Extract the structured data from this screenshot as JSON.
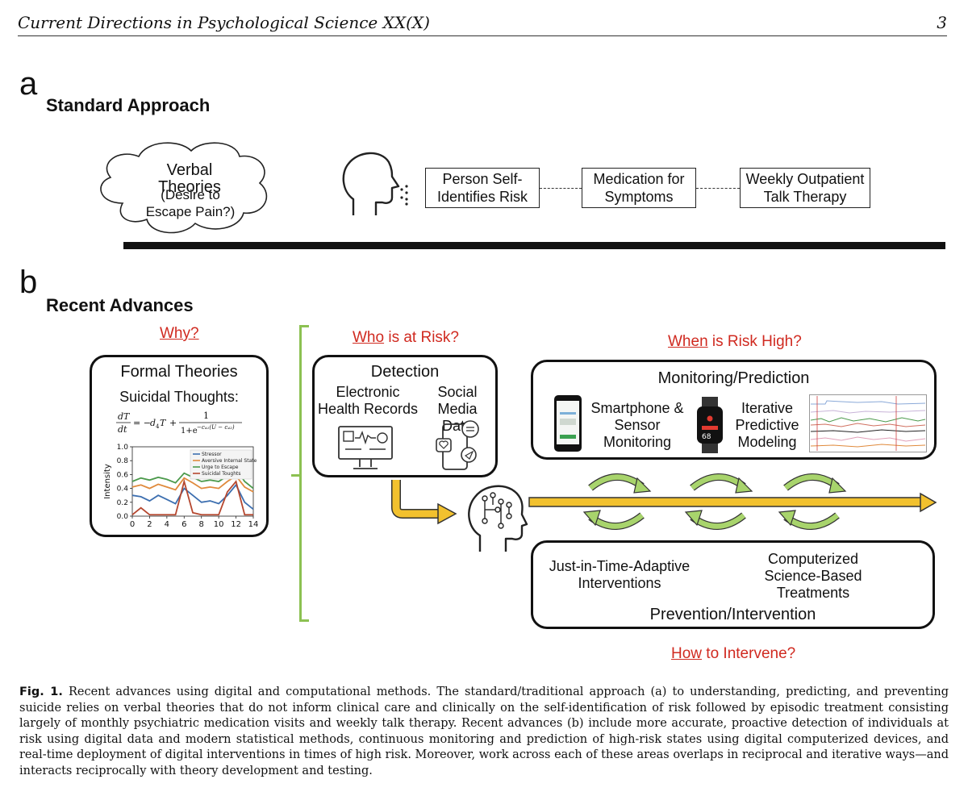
{
  "header": {
    "journal": "Current Directions in Psychological Science XX(X)",
    "page": "3"
  },
  "panel_a": {
    "letter": "a",
    "title": "Standard Approach",
    "cloud": {
      "title": "Verbal Theories",
      "subtitle": "(Desire to Escape Pain?)"
    },
    "steps": [
      "Person Self-Identifies Risk",
      "Medication for Symptoms",
      "Weekly Outpatient Talk Therapy"
    ]
  },
  "panel_b": {
    "letter": "b",
    "title": "Recent Advances",
    "why": {
      "label": "Why?"
    },
    "who": {
      "underlined": "Who",
      "rest": " is at Risk?"
    },
    "when": {
      "underlined": "When",
      "rest": " is Risk High?"
    },
    "how": {
      "underlined": "How",
      "rest": " to Intervene?"
    },
    "formal": {
      "title": "Formal Theories",
      "subtitle": "Suicidal Thoughts:"
    },
    "detection": {
      "title": "Detection",
      "ehr": "Electronic Health Records",
      "social": "Social Media Data"
    },
    "monitoring": {
      "title": "Monitoring/Prediction",
      "smartphone": "Smartphone & Sensor Monitoring",
      "modeling": "Iterative Predictive Modeling",
      "watch_reading": "68"
    },
    "prevention": {
      "title": "Prevention/Intervention",
      "jit": "Just-in-Time-Adaptive Interventions",
      "computerized": "Computerized Science-Based Treatments"
    }
  },
  "chart_data": {
    "type": "line",
    "ylabel": "Intensity",
    "xlabel": "",
    "xlim": [
      0,
      14
    ],
    "ylim": [
      0,
      1.0
    ],
    "xticks": [
      "0",
      "2",
      "4",
      "6",
      "8",
      "10",
      "12",
      "14"
    ],
    "yticks": [
      "0.0",
      "0.2",
      "0.4",
      "0.6",
      "0.8",
      "1.0"
    ],
    "legend_position": "top-right",
    "series": [
      {
        "name": "Stressor",
        "color": "#3d6fb0",
        "x": [
          0,
          1,
          2,
          3,
          4,
          5,
          6,
          7,
          8,
          9,
          10,
          11,
          12,
          13,
          14
        ],
        "values": [
          0.3,
          0.28,
          0.22,
          0.3,
          0.24,
          0.18,
          0.4,
          0.3,
          0.2,
          0.22,
          0.18,
          0.3,
          0.45,
          0.2,
          0.1
        ]
      },
      {
        "name": "Aversive Internal State",
        "color": "#e08a3c",
        "x": [
          0,
          1,
          2,
          3,
          4,
          5,
          6,
          7,
          8,
          9,
          10,
          11,
          12,
          13,
          14
        ],
        "values": [
          0.42,
          0.45,
          0.4,
          0.46,
          0.42,
          0.38,
          0.55,
          0.48,
          0.4,
          0.42,
          0.4,
          0.5,
          0.58,
          0.42,
          0.35
        ]
      },
      {
        "name": "Urge to Escape",
        "color": "#4c9a4c",
        "x": [
          0,
          1,
          2,
          3,
          4,
          5,
          6,
          7,
          8,
          9,
          10,
          11,
          12,
          13,
          14
        ],
        "values": [
          0.5,
          0.55,
          0.52,
          0.56,
          0.53,
          0.48,
          0.62,
          0.56,
          0.5,
          0.52,
          0.5,
          0.58,
          0.68,
          0.5,
          0.4
        ]
      },
      {
        "name": "Suicidal Toughts",
        "color": "#b5472f",
        "x": [
          0,
          1,
          2,
          3,
          4,
          5,
          6,
          7,
          8,
          9,
          10,
          11,
          12,
          13,
          14
        ],
        "values": [
          0.02,
          0.12,
          0.02,
          0.02,
          0.02,
          0.02,
          0.5,
          0.05,
          0.02,
          0.02,
          0.02,
          0.35,
          0.5,
          0.02,
          0.02
        ]
      }
    ]
  },
  "caption": {
    "label": "Fig. 1.",
    "text": "Recent advances using digital and computational methods. The standard/traditional approach (a) to understanding, predicting, and preventing suicide relies on verbal theories that do not inform clinical care and clinically on the self-identification of risk followed by episodic treatment consisting largely of monthly psychiatric medication visits and weekly talk therapy. Recent advances (b) include more accurate, proactive detection of individuals at risk using digital data and modern statistical methods, continuous monitoring and prediction of high-risk states using digital computerized devices, and real-time deployment of digital interventions in times of high risk. Moreover, work across each of these areas overlaps in reciprocal and iterative ways—and interacts reciprocally with theory development and testing."
  }
}
